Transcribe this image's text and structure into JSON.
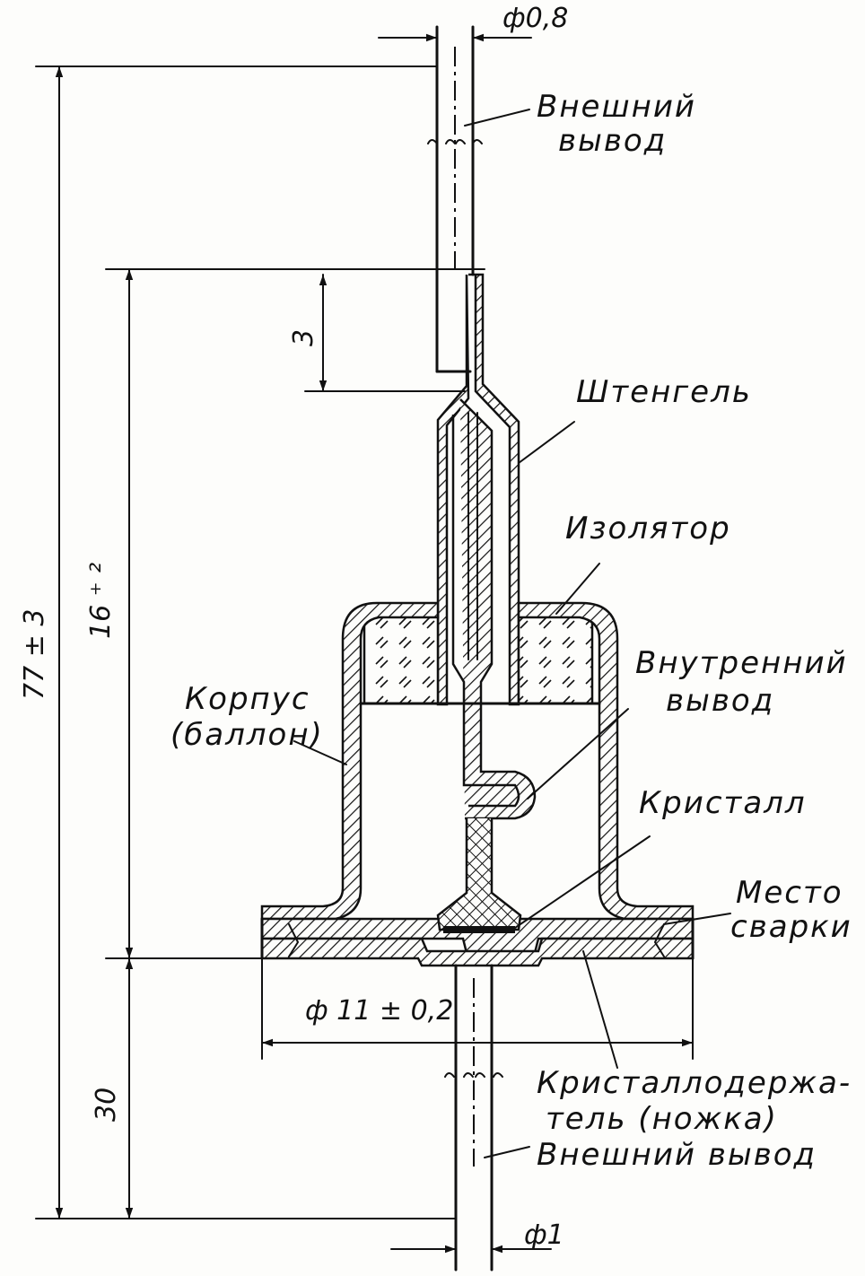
{
  "dimensions": {
    "lead_top_diameter": "ф0,8",
    "lead_bottom_diameter": "ф1",
    "overall_length": "77 ± 3",
    "body_height": "16 ⁺ ²",
    "lead_overlap": "3",
    "flange_diameter": "ф 11 ± 0,2",
    "lower_lead_length": "30"
  },
  "labels": {
    "outer_lead_top": [
      "Внешний",
      "вывод"
    ],
    "stem_tube": "Штенгель",
    "insulator": "Изолятор",
    "inner_lead": [
      "Внутренний",
      "вывод"
    ],
    "housing": [
      "Корпус",
      "(баллон)"
    ],
    "crystal": "Кристалл",
    "weld_spot": [
      "Место",
      "сварки"
    ],
    "crystal_holder": [
      "Кристаллодержа-",
      "тель (ножка)"
    ],
    "outer_lead_bottom": "Внешний вывод"
  }
}
